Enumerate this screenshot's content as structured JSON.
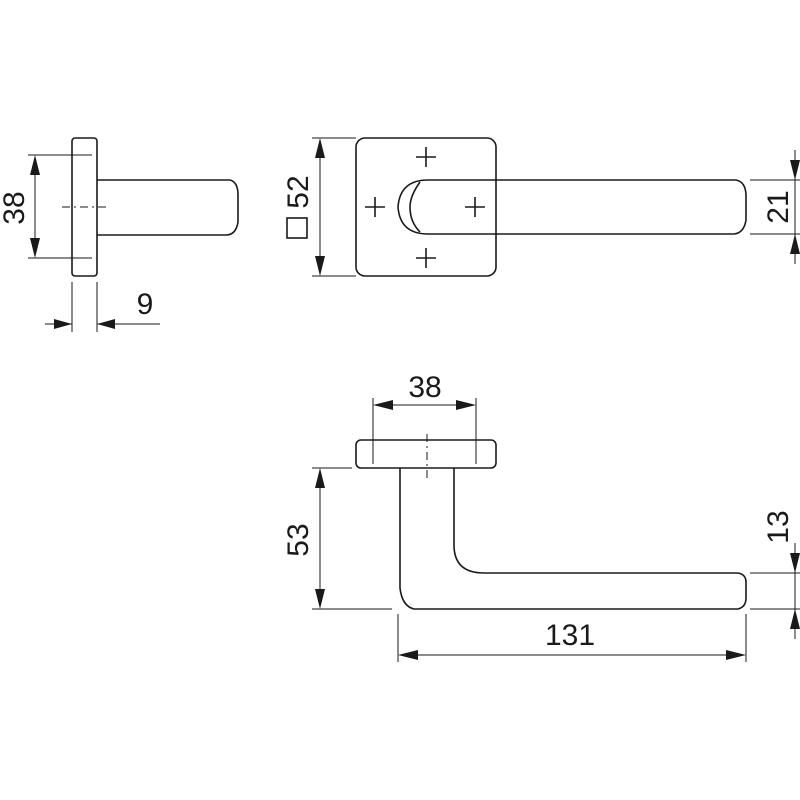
{
  "dimensions": {
    "rose_height": "38",
    "rose_depth": "9",
    "square_rose_size": "52",
    "handle_height": "21",
    "rose_width_top": "38",
    "handle_projection": "53",
    "grip_thickness": "13",
    "handle_length": "131"
  },
  "colors": {
    "line": "#1a1a1a",
    "background": "#ffffff"
  }
}
